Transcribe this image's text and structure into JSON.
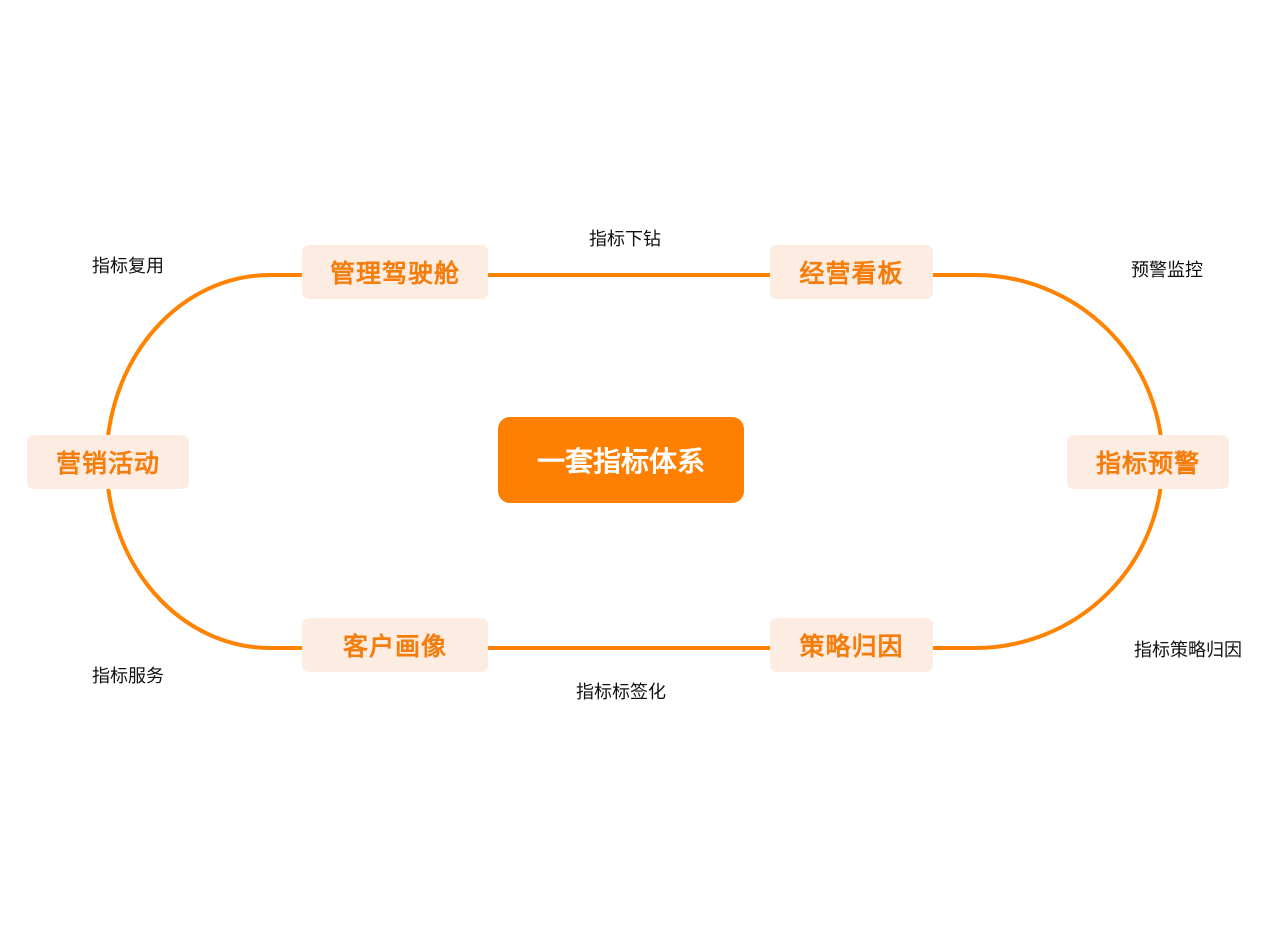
{
  "center": "一套指标体系",
  "nodes": {
    "cockpit": "管理驾驶舱",
    "dashboard": "经营看板",
    "marketing": "营销活动",
    "alert": "指标预警",
    "portrait": "客户画像",
    "attribution": "策略归因"
  },
  "edges": {
    "reuse": "指标复用",
    "drilldown": "指标下钻",
    "monitor": "预警监控",
    "strategy_attribution": "指标策略归因",
    "service": "指标服务",
    "tagging": "指标标签化"
  },
  "colors": {
    "accent": "#ff7f00",
    "node_bg": "#fcece2",
    "node_text": "#f57d0c"
  }
}
